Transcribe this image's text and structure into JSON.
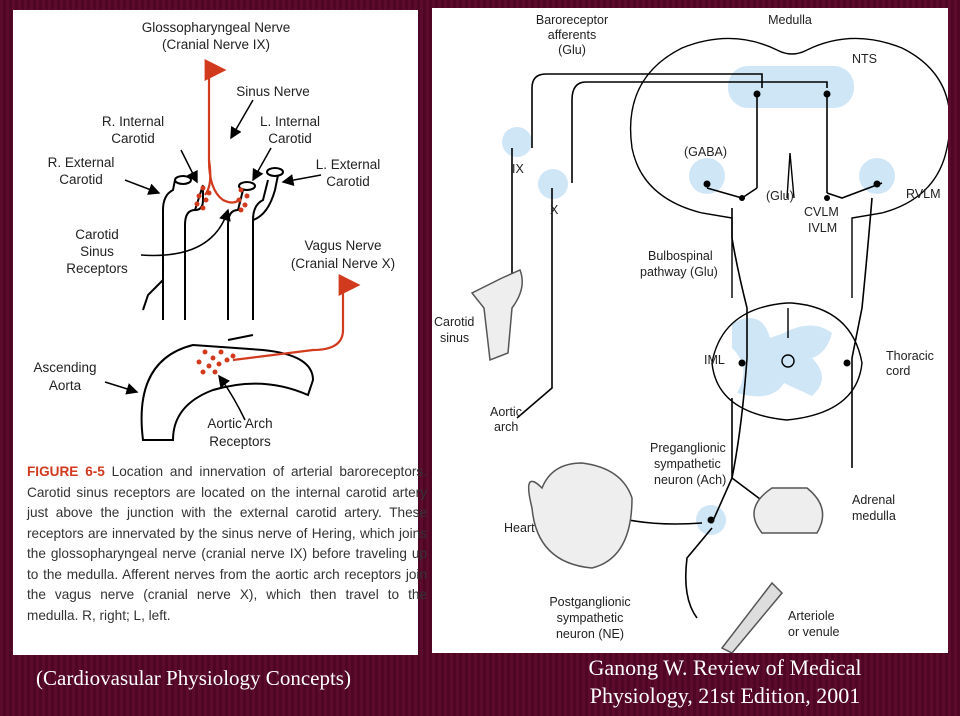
{
  "left_figure": {
    "labels": {
      "glossopharyngeal": "Glossopharyngeal Nerve",
      "glossopharyngeal_sub": "(Cranial Nerve IX)",
      "sinus_nerve": "Sinus Nerve",
      "r_internal": "R. Internal",
      "r_internal_2": "Carotid",
      "l_internal": "L. Internal",
      "l_internal_2": "Carotid",
      "r_external": "R. External",
      "r_external_2": "Carotid",
      "l_external": "L. External",
      "l_external_2": "Carotid",
      "carotid_sinus": "Carotid",
      "carotid_sinus_2": "Sinus",
      "carotid_sinus_3": "Receptors",
      "vagus": "Vagus Nerve",
      "vagus_sub": "(Cranial Nerve X)",
      "ascending": "Ascending",
      "ascending_2": "Aorta",
      "aortic_arch": "Aortic Arch",
      "aortic_arch_2": "Receptors"
    },
    "caption_label": "FIGURE 6-5",
    "caption_text": " Location and innervation of arterial baroreceptors. Carotid sinus receptors are located on the internal carotid artery just above the junction with the external carotid artery. These receptors are innervated by the sinus nerve of Hering, which joins the glossopharyngeal nerve (cranial nerve IX) before traveling up to the medulla. Afferent nerves from the aortic arch receptors join the vagus nerve (cranial nerve X), which then travel to the medulla. R, right; L, left."
  },
  "right_figure": {
    "labels": {
      "baroreceptor": "Baroreceptor",
      "baroreceptor_2": "afferents",
      "baroreceptor_3": "(Glu)",
      "medulla": "Medulla",
      "nts": "NTS",
      "ix": "IX",
      "x": "X",
      "gaba": "(GABA)",
      "glu": "(Glu)",
      "cvlm": "CVLM",
      "ivlm": "IVLM",
      "rvlm": "RVLM",
      "bulbospinal": "Bulbospinal",
      "bulbospinal_2": "pathway (Glu)",
      "carotid_sinus": "Carotid",
      "carotid_sinus_2": "sinus",
      "iml": "IML",
      "thoracic": "Thoracic",
      "thoracic_2": "cord",
      "aortic_arch": "Aortic",
      "aortic_arch_2": "arch",
      "preganglionic": "Preganglionic",
      "preganglionic_2": "sympathetic",
      "preganglionic_3": "neuron (Ach)",
      "heart": "Heart",
      "adrenal": "Adrenal",
      "adrenal_2": "medulla",
      "postganglionic": "Postganglionic",
      "postganglionic_2": "sympathetic",
      "postganglionic_3": "neuron (NE)",
      "arteriole": "Arteriole",
      "arteriole_2": "or venule"
    }
  },
  "credits": {
    "left": "(Cardiovasular Physiology Concepts)",
    "right_line1": "Ganong W. Review of Medical",
    "right_line2": "Physiology, 21st Edition, 2001"
  },
  "colors": {
    "nerve_red": "#d23a1e",
    "highlight_blue": "#cfe6f7",
    "background": "#5a0a2a"
  }
}
